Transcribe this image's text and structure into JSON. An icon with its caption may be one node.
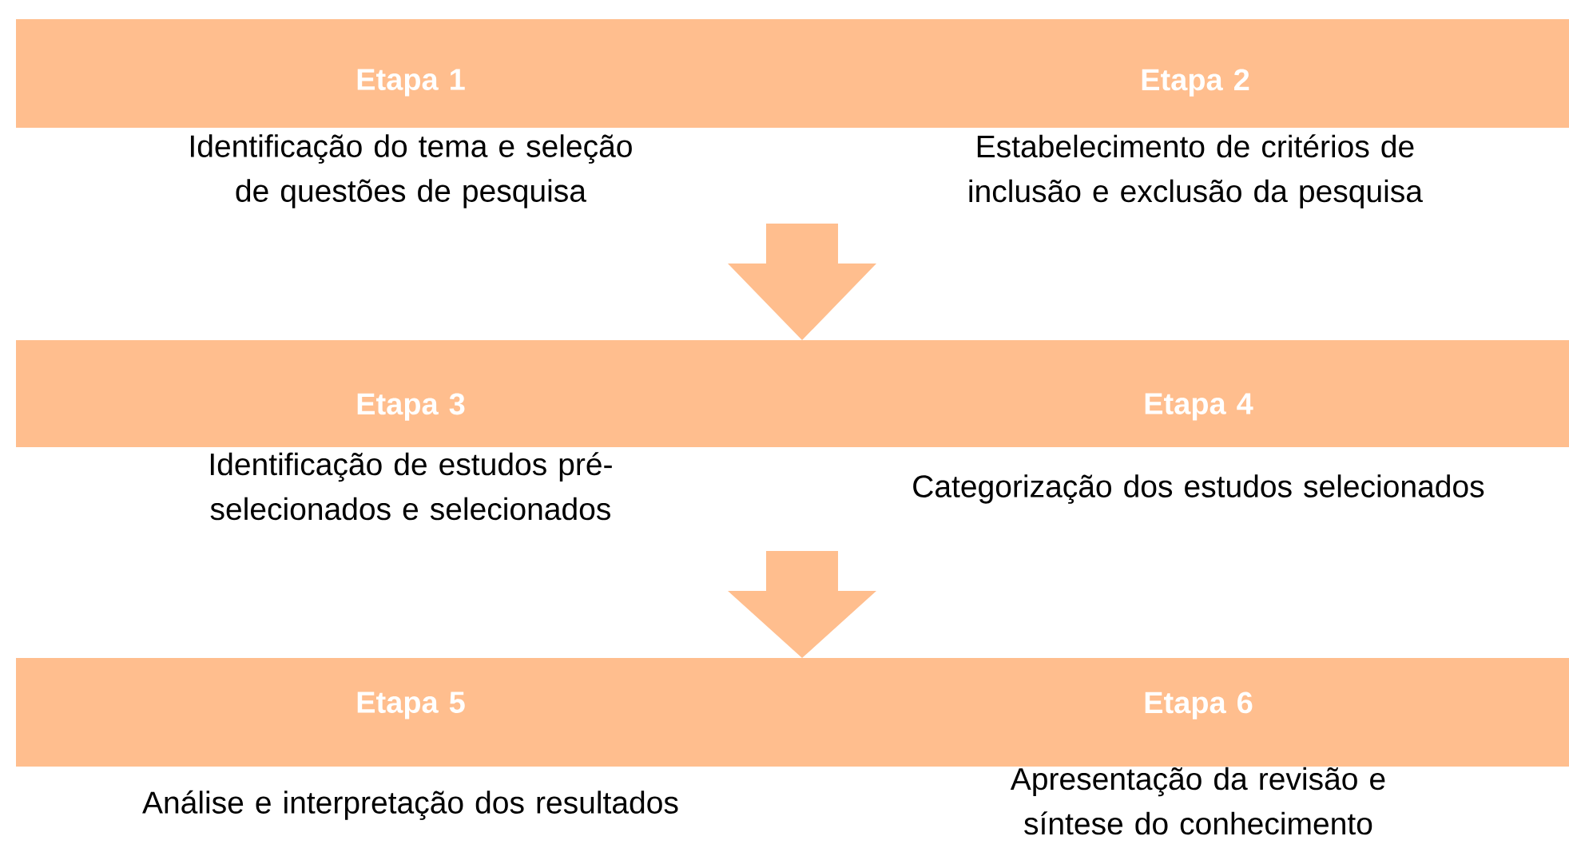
{
  "diagram": {
    "nodes": [
      {
        "text": [],
        "shape": "bar"
      },
      {
        "text": [],
        "shape": "bar"
      },
      {
        "text": [],
        "shape": "bar"
      },
      {
        "text": [
          "Etapa 1",
          "Identificação do tema e seleção de questões de pesquisa"
        ]
      },
      {
        "text": [
          "Etapa 2",
          "Estabelecimento de critérios de inclusão e exclusão da pesquisa"
        ]
      },
      {
        "text": [
          "Etapa 3",
          "Identificação de estudos pré-selecionados e selecionados"
        ]
      },
      {
        "text": [
          "Etapa 4",
          "Categorização dos estudos selecionados"
        ]
      },
      {
        "text": [
          "Etapa 5",
          "Análise e interpretação dos resultados"
        ]
      },
      {
        "text": [
          "Etapa 6",
          "Apresentação da revisão e síntese do conhecimento"
        ]
      }
    ],
    "edges": [
      {
        "from": null,
        "to": 1,
        "arrow": "to"
      },
      {
        "from": null,
        "to": 2,
        "arrow": "to"
      }
    ]
  }
}
